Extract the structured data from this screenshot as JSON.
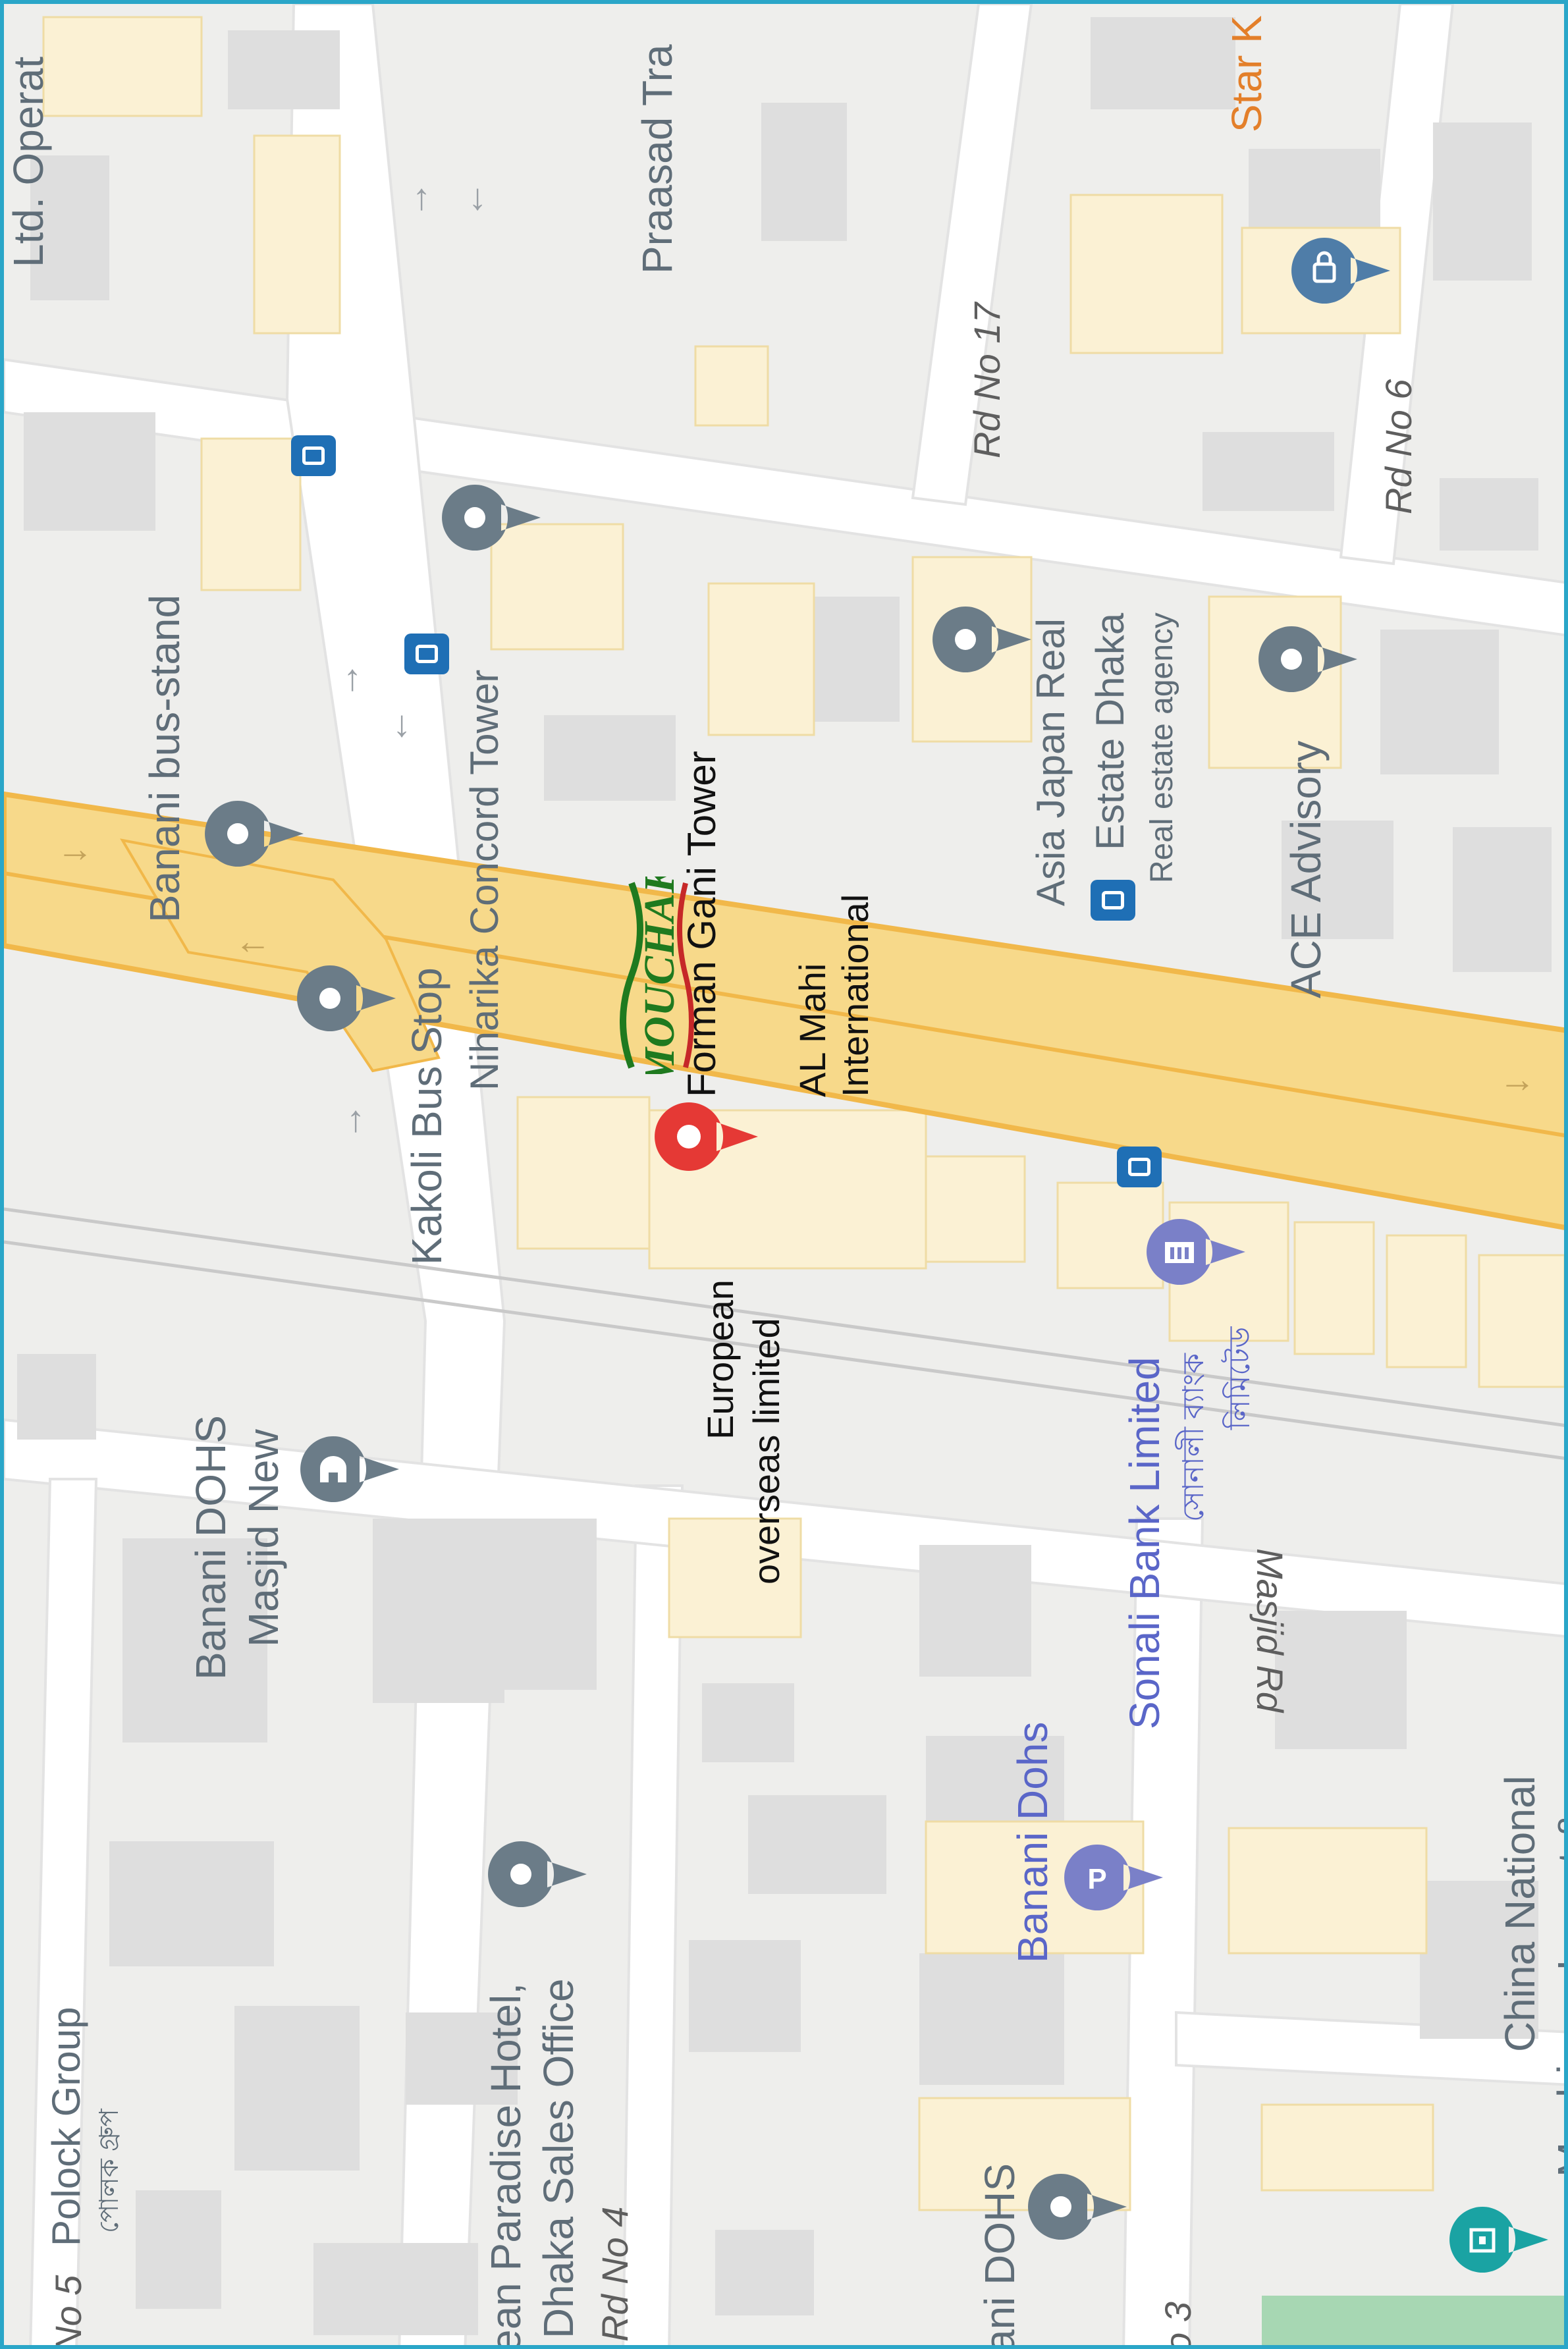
{
  "map": {
    "colors": {
      "background": "#eeeeec",
      "highway_fill": "#f7d98a",
      "highway_edge": "#f1b84a",
      "building": "#dcdcdc",
      "building_highlight": "#fbf1d4",
      "poi_gray": "#6b7c88",
      "poi_red": "#e53935",
      "frame": "#2aa6c8"
    },
    "labels": {
      "forman": "Forman Gani Tower",
      "al_mahi_1": "AL Mahi",
      "al_mahi_2": "International",
      "european_1": "European",
      "european_2": "overseas limited",
      "niharika": "Niharika Concord Tower",
      "kakoli": "Kakoli Bus Stop",
      "banani_bus": "Banani bus-stand",
      "asia_japan_1": "Asia Japan Real",
      "asia_japan_2": "Estate Dhaka",
      "asia_japan_sub": "Real estate agency",
      "ace": "ACE Advisory",
      "sonali": "Sonali Bank Limited",
      "sonali_bn_1": "সোনালী ব্যাংক",
      "sonali_bn_2": "লিমিটেড",
      "banani_dohs_masjid_1": "Banani DOHS",
      "banani_dohs_masjid_2": "Masjid New",
      "banani_dohs_parking": "Banani Dohs",
      "ani_dohs": "ani DOHS",
      "paradise_1": "ean Paradise Hotel,",
      "paradise_2": "Dhaka Sales Office",
      "polock": "Polock Group",
      "polock_bn": "পোলক গ্রুপ",
      "praasad": "Praasad Tra",
      "star": "Star K",
      "china_1": "China National",
      "china_2": "Machinery Import &",
      "top_left": "Ltd. Operat"
    },
    "roads": {
      "rd17": "Rd No 17",
      "rd6": "Rd No 6",
      "masjid": "Masjid Rd",
      "rd4": "Rd No 4",
      "rd3": "o 3",
      "no5": "No 5"
    },
    "icons": [
      "location-pin-icon",
      "bus-stop-icon",
      "mosque-icon",
      "bank-icon",
      "parking-icon",
      "shopping-bag-icon",
      "landmark-icon",
      "oneway-arrow-icon",
      "logo-mouchak"
    ]
  }
}
